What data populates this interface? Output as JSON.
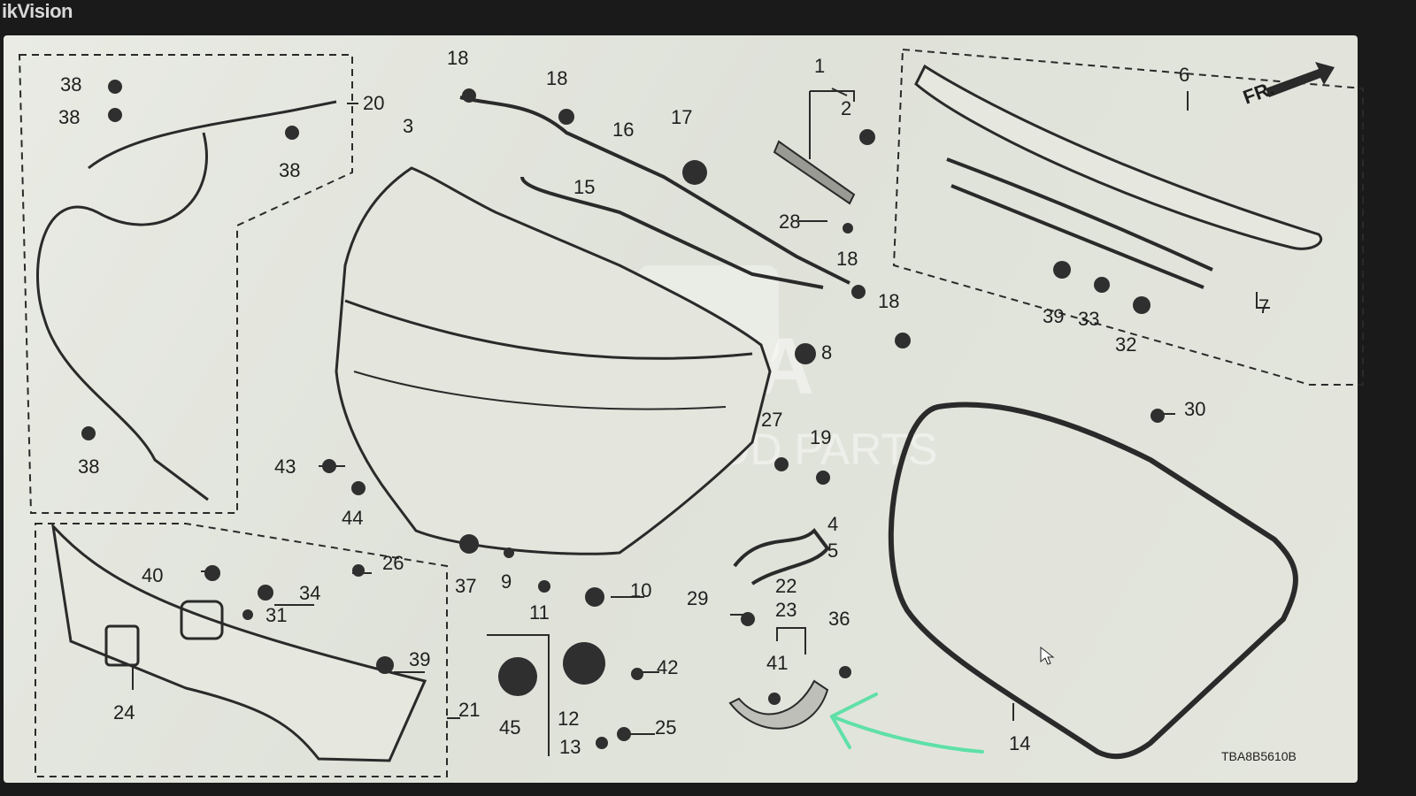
{
  "monitor": {
    "brand": "ikVision"
  },
  "diagram": {
    "code": "TBA8B5610B",
    "direction_marker": "FR.",
    "watermark": {
      "brand": "HONDA",
      "text": "PARKWOOD PARTS"
    },
    "callouts": [
      {
        "id": "c38a",
        "label": "38"
      },
      {
        "id": "c38b",
        "label": "38"
      },
      {
        "id": "c38c",
        "label": "38"
      },
      {
        "id": "c38d",
        "label": "38"
      },
      {
        "id": "c20",
        "label": "20"
      },
      {
        "id": "c18a",
        "label": "18"
      },
      {
        "id": "c18b",
        "label": "18"
      },
      {
        "id": "c18c",
        "label": "18"
      },
      {
        "id": "c18d",
        "label": "18"
      },
      {
        "id": "c3",
        "label": "3"
      },
      {
        "id": "c16",
        "label": "16"
      },
      {
        "id": "c17",
        "label": "17"
      },
      {
        "id": "c15",
        "label": "15"
      },
      {
        "id": "c1",
        "label": "1"
      },
      {
        "id": "c2",
        "label": "2"
      },
      {
        "id": "c28",
        "label": "28"
      },
      {
        "id": "c6",
        "label": "6"
      },
      {
        "id": "c7",
        "label": "7"
      },
      {
        "id": "c39a",
        "label": "39"
      },
      {
        "id": "c33",
        "label": "33"
      },
      {
        "id": "c32",
        "label": "32"
      },
      {
        "id": "c8",
        "label": "8"
      },
      {
        "id": "c30",
        "label": "30"
      },
      {
        "id": "c27",
        "label": "27"
      },
      {
        "id": "c19",
        "label": "19"
      },
      {
        "id": "c4",
        "label": "4"
      },
      {
        "id": "c5",
        "label": "5"
      },
      {
        "id": "c43",
        "label": "43"
      },
      {
        "id": "c44",
        "label": "44"
      },
      {
        "id": "c40",
        "label": "40"
      },
      {
        "id": "c26",
        "label": "26"
      },
      {
        "id": "c34",
        "label": "34"
      },
      {
        "id": "c31",
        "label": "31"
      },
      {
        "id": "c39b",
        "label": "39"
      },
      {
        "id": "c24",
        "label": "24"
      },
      {
        "id": "c21",
        "label": "21"
      },
      {
        "id": "c37",
        "label": "37"
      },
      {
        "id": "c9",
        "label": "9"
      },
      {
        "id": "c10",
        "label": "10"
      },
      {
        "id": "c11",
        "label": "11"
      },
      {
        "id": "c29",
        "label": "29"
      },
      {
        "id": "c22",
        "label": "22"
      },
      {
        "id": "c23",
        "label": "23"
      },
      {
        "id": "c36",
        "label": "36"
      },
      {
        "id": "c41",
        "label": "41"
      },
      {
        "id": "c42",
        "label": "42"
      },
      {
        "id": "c45",
        "label": "45"
      },
      {
        "id": "c12",
        "label": "12"
      },
      {
        "id": "c25",
        "label": "25"
      },
      {
        "id": "c13",
        "label": "13"
      },
      {
        "id": "c14",
        "label": "14"
      }
    ]
  },
  "annotation": {
    "arrow_color": "#5fe0a8"
  }
}
